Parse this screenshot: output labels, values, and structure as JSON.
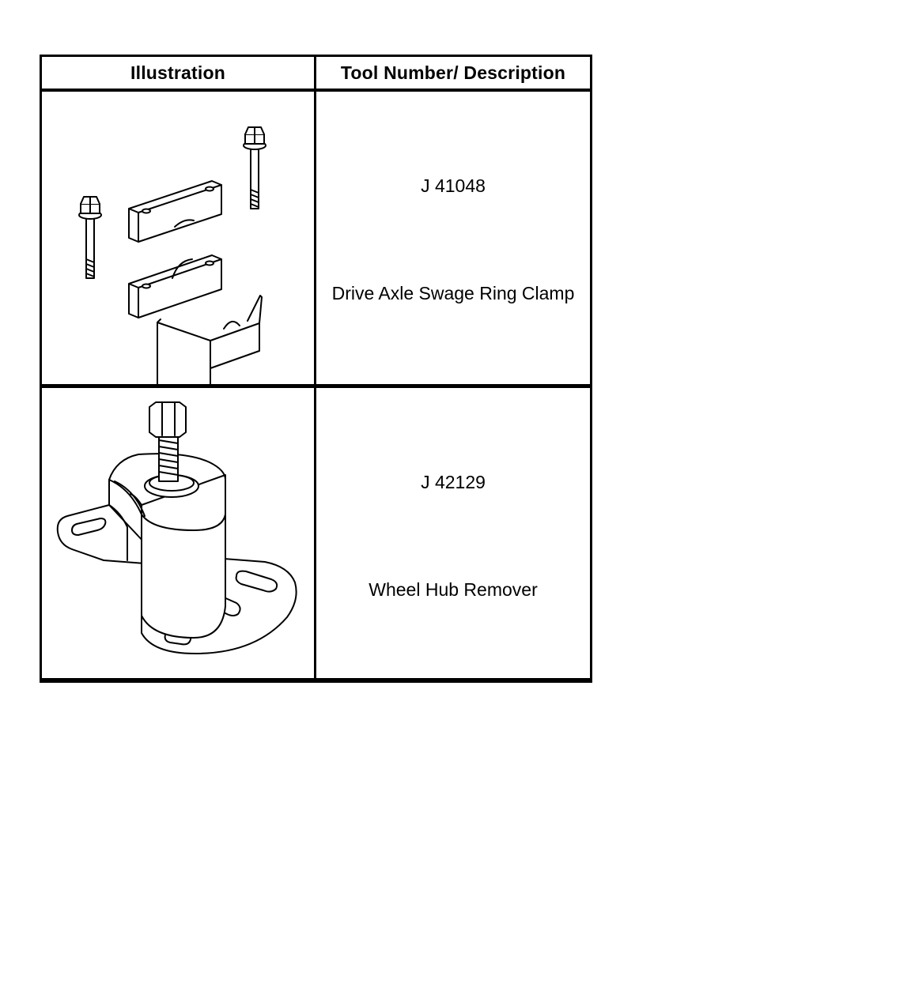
{
  "table": {
    "headers": {
      "illustration": "Illustration",
      "tool": "Tool Number/ Description"
    },
    "rows": [
      {
        "tool_number": "J 41048",
        "description": "Drive Axle Swage Ring Clamp",
        "illustration_icon": "swage-ring-clamp-icon"
      },
      {
        "tool_number": "J 42129",
        "description": "Wheel Hub Remover",
        "illustration_icon": "wheel-hub-remover-icon"
      }
    ]
  }
}
